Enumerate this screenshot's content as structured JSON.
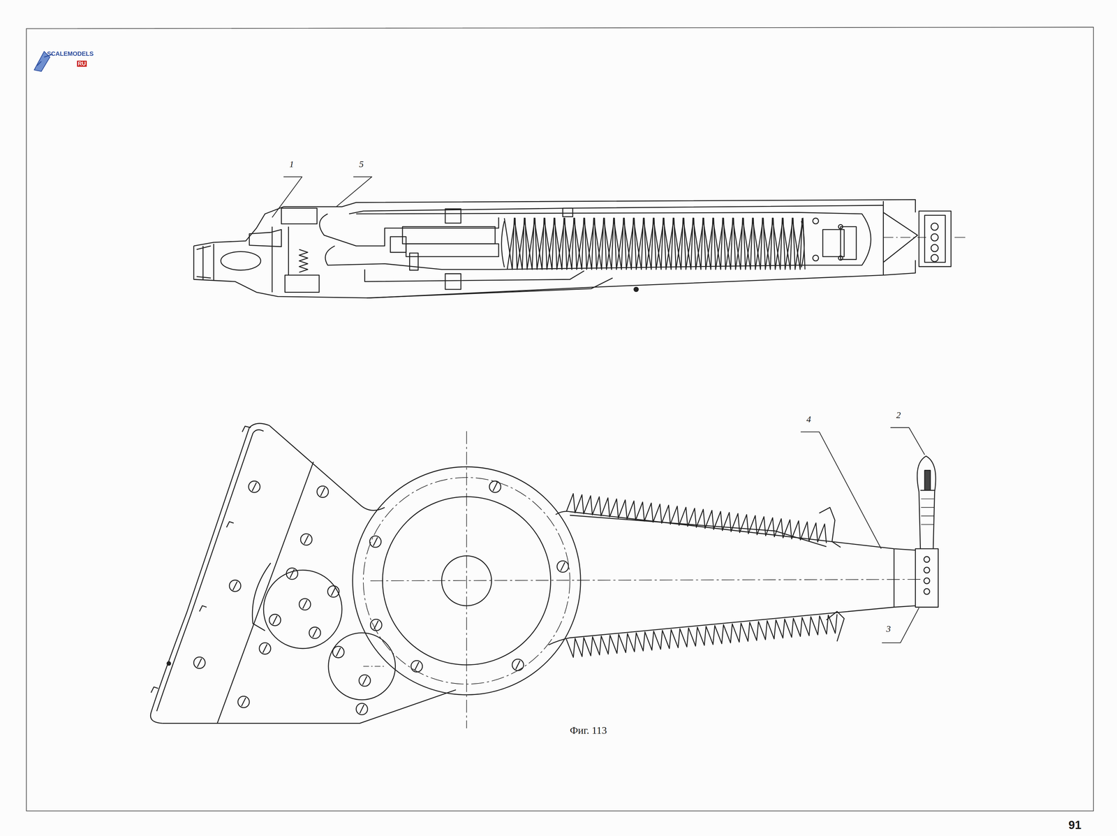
{
  "diagram": {
    "caption": "Фиг. 113",
    "labels": [
      "SCALEMODELS",
      "RU",
      "1",
      "5",
      "4",
      "2",
      "3",
      "91"
    ]
  }
}
